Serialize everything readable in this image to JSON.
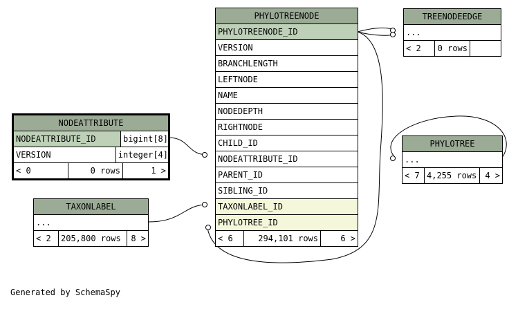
{
  "caption": "Generated by SchemaSpy",
  "phylotreenode": {
    "title": "PHYLOTREENODE",
    "pk": "PHYLOTREENODE_ID",
    "columns": [
      "VERSION",
      "BRANCHLENGTH",
      "LEFTNODE",
      "NAME",
      "NODEDEPTH",
      "RIGHTNODE",
      "CHILD_ID",
      "NODEATTRIBUTE_ID",
      "PARENT_ID",
      "SIBLING_ID"
    ],
    "fks": [
      "TAXONLABEL_ID",
      "PHYLOTREE_ID"
    ],
    "footer": {
      "parents": "< 6",
      "rows": "294,101 rows",
      "children": "6 >"
    }
  },
  "treenodeedge": {
    "title": "TREENODEEDGE",
    "body": "...",
    "footer": {
      "parents": "< 2",
      "rows": "0 rows"
    }
  },
  "nodeattribute": {
    "title": "NODEATTRIBUTE",
    "rows": [
      {
        "name": "NODEATTRIBUTE_ID",
        "type": "bigint[8]"
      },
      {
        "name": "VERSION",
        "type": "integer[4]"
      }
    ],
    "footer": {
      "parents": "< 0",
      "rows": "0 rows",
      "children": "1 >"
    }
  },
  "taxonlabel": {
    "title": "TAXONLABEL",
    "body": "...",
    "footer": {
      "parents": "< 2",
      "rows": "205,800 rows",
      "children": "8 >"
    }
  },
  "phylotree": {
    "title": "PHYLOTREE",
    "body": "...",
    "footer": {
      "parents": "< 7",
      "rows": "4,255 rows",
      "children": "4 >"
    }
  },
  "colors": {
    "header": "#9bab96",
    "primary_key": "#bed1b8",
    "foreign_key": "#f4f7da"
  }
}
